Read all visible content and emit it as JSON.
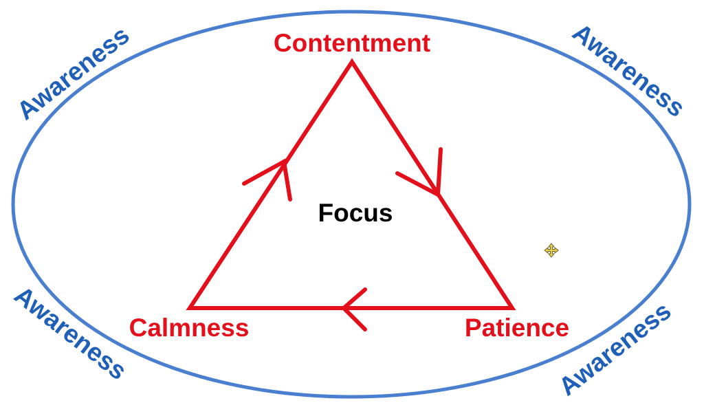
{
  "diagram": {
    "center_label": "Focus",
    "nodes": {
      "top": "Contentment",
      "right": "Patience",
      "left": "Calmness"
    },
    "awareness": {
      "top_left": "Awareness",
      "top_right": "Awareness",
      "bottom_left": "Awareness",
      "bottom_right": "Awareness"
    },
    "colors": {
      "cycle": "#e3101b",
      "ellipse": "#4a7fd0",
      "awareness_text": "#1f5fb8",
      "center_text": "#000000",
      "move_cursor": "#e8d44a"
    },
    "flow_direction": "clockwise"
  }
}
